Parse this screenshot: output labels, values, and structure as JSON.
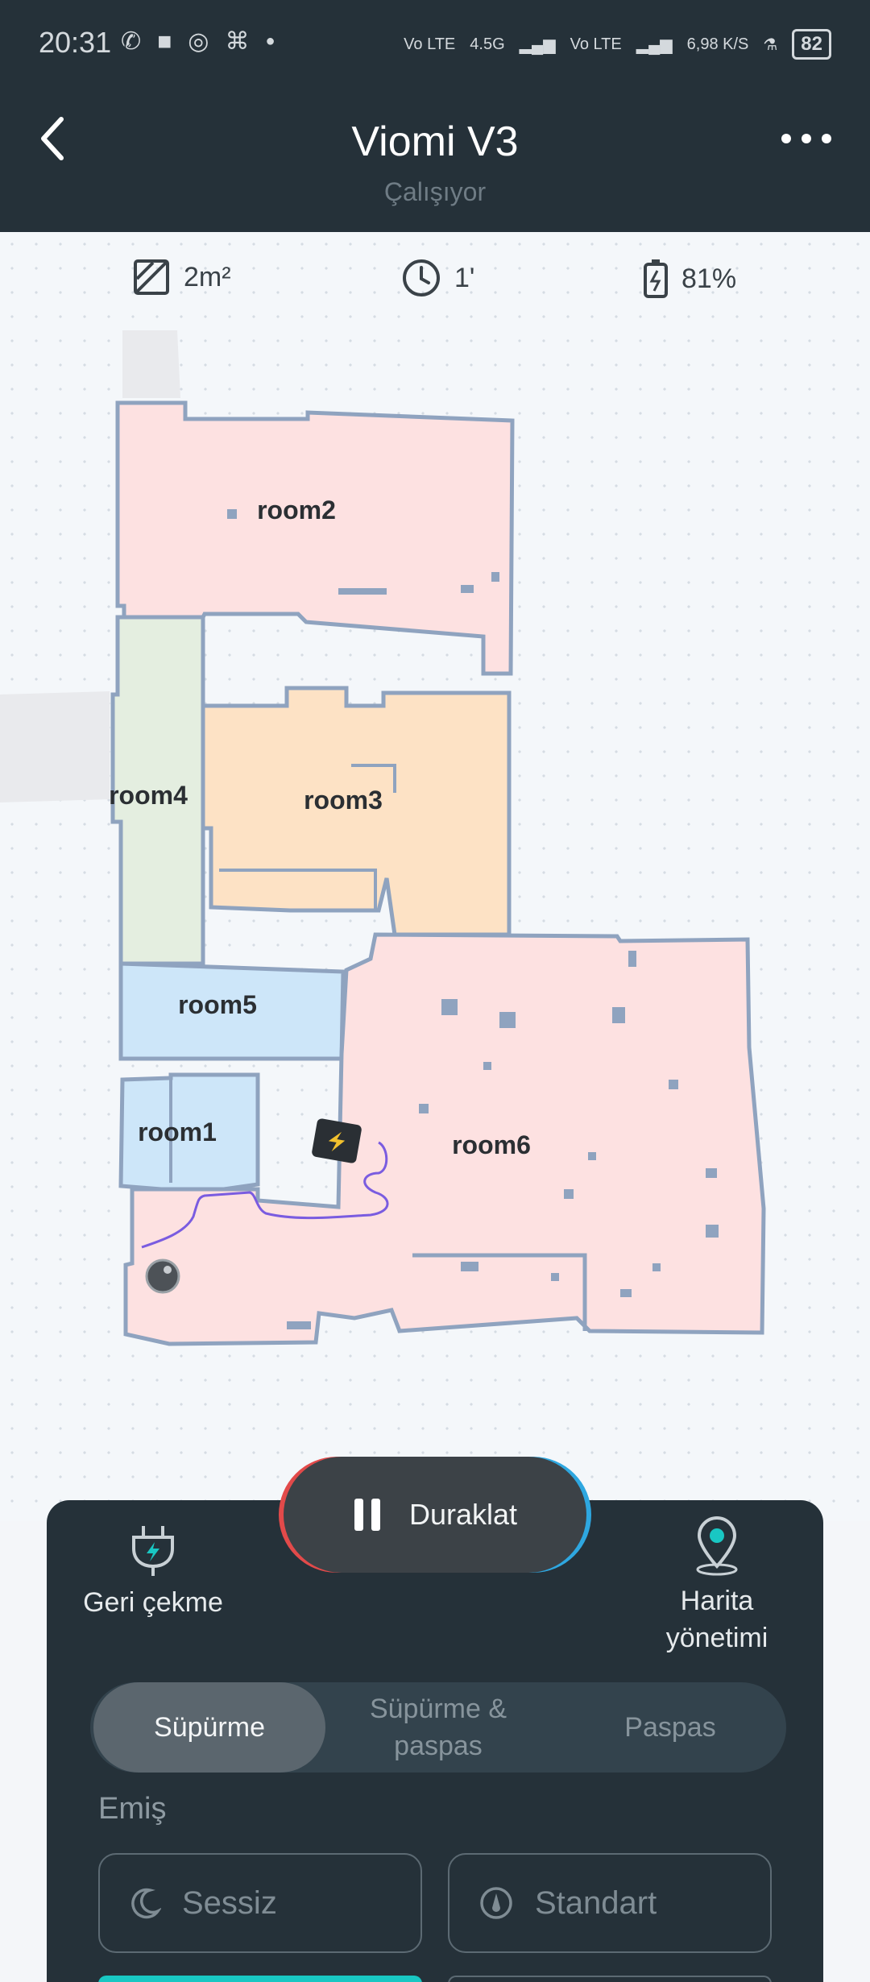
{
  "status_bar": {
    "time": "20:31",
    "net1": "Vo LTE",
    "net2": "4.5G",
    "net3": "Vo LTE",
    "speed": "6,98 K/S",
    "battery": "82"
  },
  "header": {
    "title": "Viomi V3",
    "subtitle": "Çalışıyor"
  },
  "stats": {
    "area": "2m²",
    "time": "1'",
    "battery": "81%"
  },
  "rooms": {
    "room1": "room1",
    "room2": "room2",
    "room3": "room3",
    "room4": "room4",
    "room5": "room5",
    "room6": "room6"
  },
  "panel": {
    "pause_label": "Duraklat",
    "recharge_label": "Geri çekme",
    "map_mgmt_label_line1": "Harita",
    "map_mgmt_label_line2": "yönetimi",
    "modes": [
      {
        "label": "Süpürme",
        "active": true
      },
      {
        "label_line1": "Süpürme &",
        "label_line2": "paspas",
        "active": false
      },
      {
        "label": "Paspas",
        "active": false
      }
    ],
    "suction_label": "Emiş",
    "suction_options": [
      {
        "label": "Sessiz",
        "icon": "moon-icon"
      },
      {
        "label": "Standart",
        "icon": "gauge-icon"
      }
    ]
  },
  "colors": {
    "header_bg": "#253139",
    "room_pink": "#fde1e1",
    "room_peach": "#fde2c5",
    "room_green": "#e4eee0",
    "room_blue": "#cde6f9",
    "wall": "#8fa3bf",
    "path": "#7a5ce0",
    "accent_teal": "#19c7c3"
  }
}
